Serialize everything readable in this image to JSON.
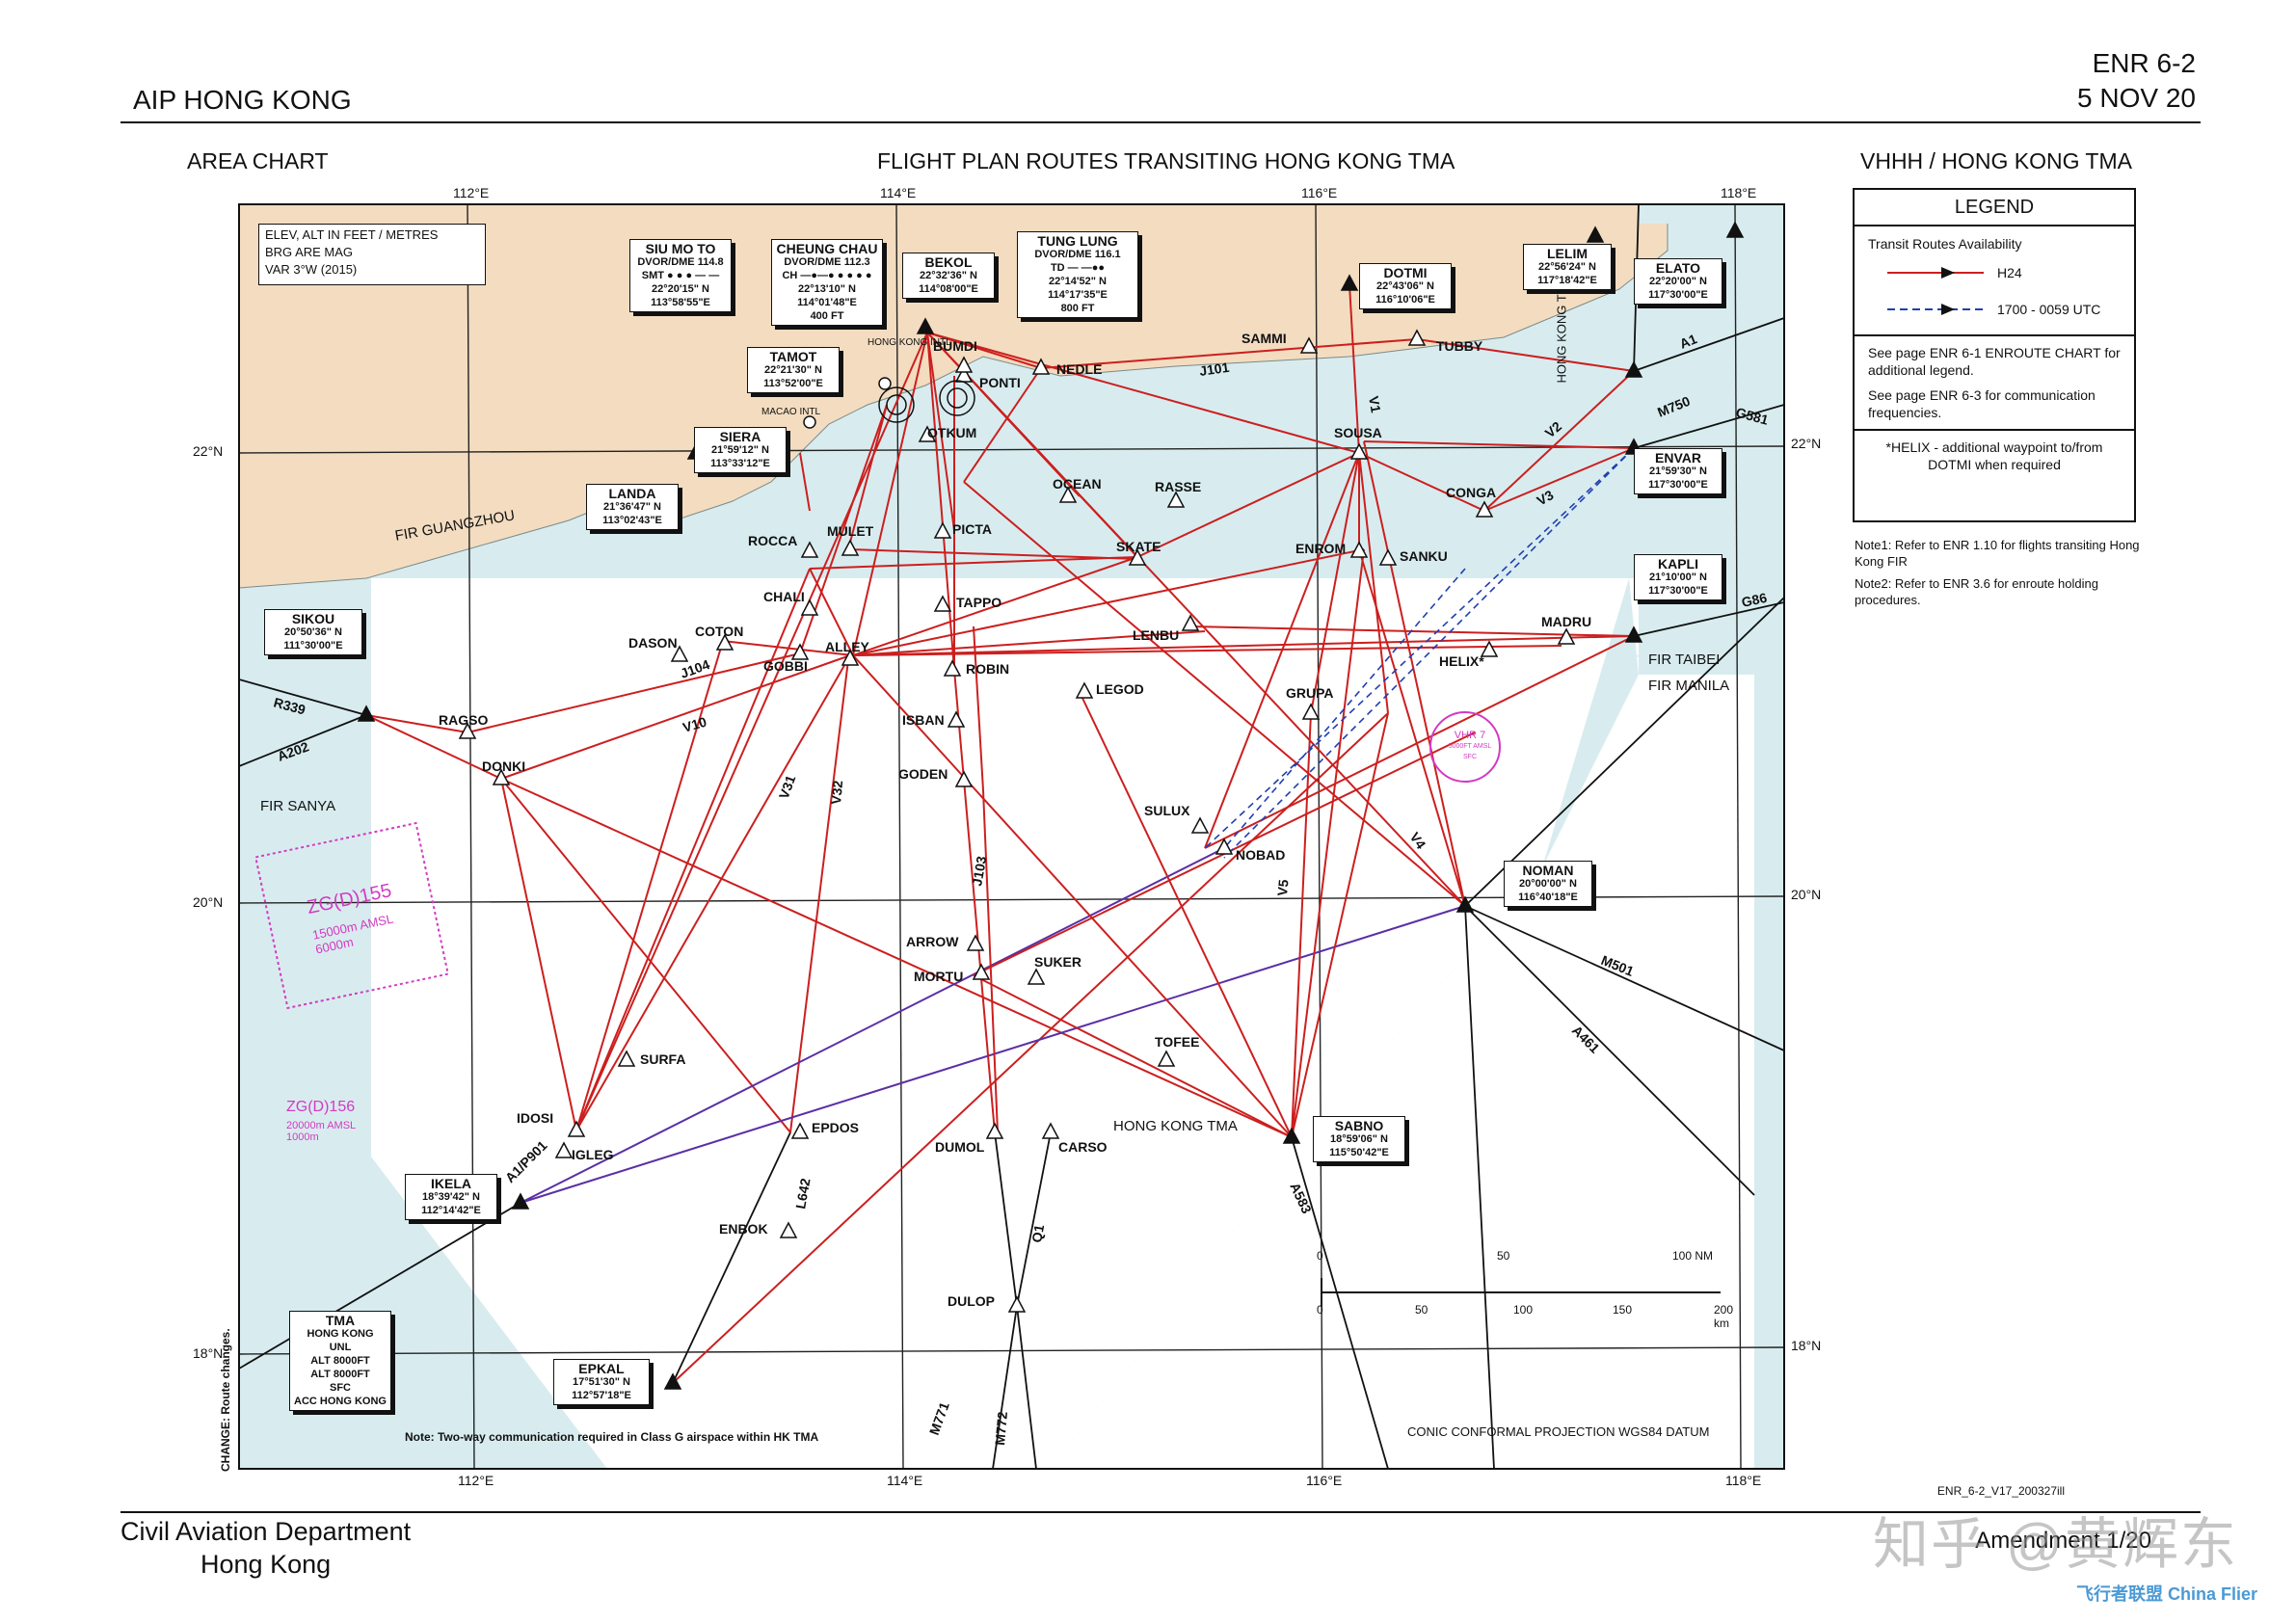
{
  "header": {
    "left": "AIP HONG KONG",
    "page": "ENR 6-2",
    "date": "5 NOV 20"
  },
  "titles": {
    "area_chart": "AREA CHART",
    "main": "FLIGHT PLAN ROUTES TRANSITING HONG KONG TMA",
    "vhhh": "VHHH / HONG KONG TMA"
  },
  "footer": {
    "org1": "Civil Aviation Department",
    "org2": "Hong Kong",
    "amendment": "Amendment 1/20",
    "code": "ENR_6-2_V17_200327ill"
  },
  "watermark": {
    "text": "知乎 @黄辉东",
    "logo": "飞行者联盟 China Flier"
  },
  "legend": {
    "title": "LEGEND",
    "subtitle": "Transit Routes Availability",
    "h24": "H24",
    "utc": "1700 - 0059 UTC",
    "h24_color": "#cc1f1f",
    "utc_color": "#1f3fb0",
    "p1": "See page ENR 6-1 ENROUTE CHART for additional legend.",
    "p2": "See page ENR 6-3 for communication frequencies.",
    "p3": "*HELIX - additional waypoint to/from DOTMI when required"
  },
  "notes": {
    "n1": "Note1: Refer to ENR 1.10 for flights transiting Hong Kong FIR",
    "n2": "Note2: Refer to ENR 3.6 for enroute holding procedures."
  },
  "chart": {
    "info": [
      "ELEV, ALT IN FEET / METRES",
      "BRG ARE MAG",
      "VAR 3°W (2015)"
    ],
    "lon_labels": [
      "112°E",
      "114°E",
      "116°E",
      "118°E"
    ],
    "lat_labels": [
      "22°N",
      "20°N",
      "18°N"
    ],
    "projection": "CONIC CONFORMAL PROJECTION WGS84 DATUM",
    "hk_tma": "HONG KONG TMA",
    "note": "Note: Two-way communication required in Class G airspace within HK TMA",
    "change": "CHANGE: Route changes.",
    "fir": [
      "FIR GUANGZHOU",
      "FIR SANYA",
      "FIR TAIBEI",
      "FIR MANILA",
      "HONG KONG TMA"
    ],
    "scale_nm": [
      "0",
      "50",
      "100 NM"
    ],
    "scale_km": [
      "0",
      "50",
      "100",
      "150",
      "200 km"
    ],
    "land_color": "#f3dcc0",
    "sea_color": "#d8ecef",
    "route_color": "#cc1f1f"
  },
  "fixes": [
    {
      "name": "RAGSO"
    },
    {
      "name": "DONKI"
    },
    {
      "name": "DASON"
    },
    {
      "name": "COTON"
    },
    {
      "name": "GOBBI"
    },
    {
      "name": "CHALI"
    },
    {
      "name": "ALLEY"
    },
    {
      "name": "ROCCA"
    },
    {
      "name": "MULET"
    },
    {
      "name": "PICTA"
    },
    {
      "name": "TAPPO"
    },
    {
      "name": "ROBIN"
    },
    {
      "name": "ISBAN"
    },
    {
      "name": "GODEN"
    },
    {
      "name": "OTKUM"
    },
    {
      "name": "OCEAN"
    },
    {
      "name": "RASSE"
    },
    {
      "name": "SKATE"
    },
    {
      "name": "LENBU"
    },
    {
      "name": "LEGOD"
    },
    {
      "name": "SOUSA"
    },
    {
      "name": "CONGA"
    },
    {
      "name": "ENROM"
    },
    {
      "name": "SANKU"
    },
    {
      "name": "MADRU"
    },
    {
      "name": "HELIX*"
    },
    {
      "name": "GRUPA"
    },
    {
      "name": "SULUX"
    },
    {
      "name": "NOBAD"
    },
    {
      "name": "ARROW"
    },
    {
      "name": "MORTU"
    },
    {
      "name": "SUKER"
    },
    {
      "name": "TOFEE"
    },
    {
      "name": "SURFA"
    },
    {
      "name": "IDOSI"
    },
    {
      "name": "IGLEG"
    },
    {
      "name": "EPDOS"
    },
    {
      "name": "DUMOL"
    },
    {
      "name": "CARSO"
    },
    {
      "name": "ENBOK"
    },
    {
      "name": "DULOP"
    },
    {
      "name": "SAMMI"
    },
    {
      "name": "TUBBY"
    },
    {
      "name": "NEDLE"
    },
    {
      "name": "PONTI"
    },
    {
      "name": "BUMDI"
    }
  ],
  "boxes": {
    "siumoto": [
      "SIU MO TO",
      "DVOR/DME 114.8",
      "SMT ● ● ●  — —",
      "22°20'15\" N",
      "113°58'55\"E"
    ],
    "cheungchau": [
      "CHEUNG CHAU",
      "DVOR/DME 112.3",
      "CH —●—●  ● ● ● ●",
      "22°13'10\" N",
      "114°01'48\"E",
      "400 FT"
    ],
    "bekol": [
      "BEKOL",
      "22°32'36\" N",
      "114°08'00\"E"
    ],
    "tunglung": [
      "TUNG LUNG",
      "DVOR/DME 116.1",
      "TD  — —●●",
      "22°14'52\" N",
      "114°17'35\"E",
      "800 FT"
    ],
    "tamot": [
      "TAMOT",
      "22°21'30\" N",
      "113°52'00\"E"
    ],
    "siera": [
      "SIERA",
      "21°59'12\" N",
      "113°33'12\"E"
    ],
    "landa": [
      "LANDA",
      "21°36'47\" N",
      "113°02'43\"E"
    ],
    "sikou": [
      "SIKOU",
      "20°50'36\" N",
      "111°30'00\"E"
    ],
    "dotmi": [
      "DOTMI",
      "22°43'06\" N",
      "116°10'06\"E"
    ],
    "lelim": [
      "LELIM",
      "22°56'24\" N",
      "117°18'42\"E"
    ],
    "elato": [
      "ELATO",
      "22°20'00\" N",
      "117°30'00\"E"
    ],
    "envar": [
      "ENVAR",
      "21°59'30\" N",
      "117°30'00\"E"
    ],
    "kapli": [
      "KAPLI",
      "21°10'00\" N",
      "117°30'00\"E"
    ],
    "noman": [
      "NOMAN",
      "20°00'00\" N",
      "116°40'18\"E"
    ],
    "sabno": [
      "SABNO",
      "18°59'06\" N",
      "115°50'42\"E"
    ],
    "ikela": [
      "IKELA",
      "18°39'42\" N",
      "112°14'42\"E"
    ],
    "epkal": [
      "EPKAL",
      "17°51'30\" N",
      "112°57'18\"E"
    ],
    "tma": [
      "TMA",
      "HONG KONG",
      "UNL",
      "ALT 8000FT",
      "ALT 8000FT",
      "SFC",
      "ACC HONG KONG"
    ]
  },
  "airways": [
    "J101",
    "V1",
    "V2",
    "V3",
    "M750",
    "G581",
    "A1",
    "G86",
    "R339",
    "A202",
    "J104",
    "V10",
    "V31",
    "V32",
    "J103",
    "V5",
    "V4",
    "M501",
    "A461",
    "A583",
    "A1/P901",
    "L642",
    "Q1",
    "M771",
    "M772"
  ],
  "airports": [
    "HONG KONG INTL",
    "MACAO INTL"
  ],
  "restricted": {
    "zg155": "ZG(D)155",
    "zg155_upper": "15000m",
    "zg155_lower": "6000m",
    "zg156": "ZG(D)156",
    "zg156_upper": "20000m",
    "zg156_lower": "1000m",
    "amsl": "AMSL",
    "vhr7": "VHR 7",
    "vhr7_upper": "5000FT AMSL",
    "vhr7_lower": "SFC"
  }
}
